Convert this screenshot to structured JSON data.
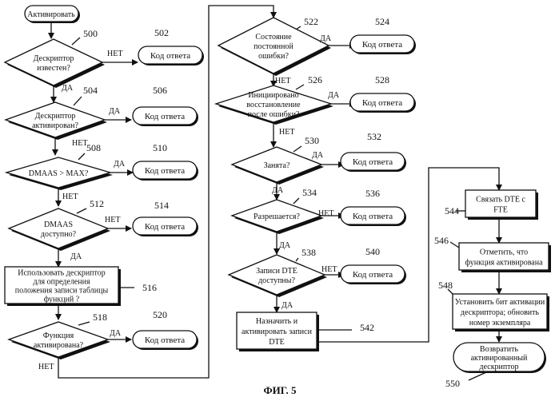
{
  "figure": {
    "caption": "ФИГ. 5"
  },
  "labels": {
    "yes": "ДА",
    "no": "НЕТ"
  },
  "start": {
    "label": "Активировать"
  },
  "decisions": [
    {
      "id": "500",
      "lines": [
        "Дескриптор",
        "известен?"
      ]
    },
    {
      "id": "504",
      "lines": [
        "Дескриптор",
        "активирован?"
      ]
    },
    {
      "id": "508",
      "lines": [
        "DMAAS > MAX?"
      ]
    },
    {
      "id": "512",
      "lines": [
        "DMAAS",
        "доступно?"
      ]
    },
    {
      "id": "518",
      "lines": [
        "Функция",
        "активирована?"
      ]
    },
    {
      "id": "522",
      "lines": [
        "Состояние",
        "постоянной",
        "ошибки?"
      ]
    },
    {
      "id": "526",
      "lines": [
        "Инициировано",
        "восстановление",
        "после ошибки?"
      ]
    },
    {
      "id": "530",
      "lines": [
        "Занята?"
      ]
    },
    {
      "id": "534",
      "lines": [
        "Разрешается?"
      ]
    },
    {
      "id": "538",
      "lines": [
        "Записи DTE",
        "доступны?"
      ]
    }
  ],
  "response_ids": [
    "502",
    "506",
    "510",
    "514",
    "520",
    "524",
    "528",
    "532",
    "536",
    "540"
  ],
  "response_label": "Код ответа",
  "processes": [
    {
      "id": "516",
      "lines": [
        "Использовать дескриптор",
        "для определения",
        "положения записи таблицы",
        "функций ?"
      ]
    },
    {
      "id": "542",
      "lines": [
        "Назначить и",
        "активировать записи",
        "DTE"
      ]
    },
    {
      "id": "544",
      "lines": [
        "Связать DTE с",
        "FTE"
      ]
    },
    {
      "id": "546",
      "lines": [
        "Отметить, что",
        "функция активирована"
      ]
    },
    {
      "id": "548",
      "lines": [
        "Установить бит активации",
        "дескриптора; обновить",
        "номер экземпляра"
      ]
    }
  ],
  "end": {
    "id": "550",
    "lines": [
      "Возвратить",
      "активированный",
      "дескриптор"
    ]
  }
}
